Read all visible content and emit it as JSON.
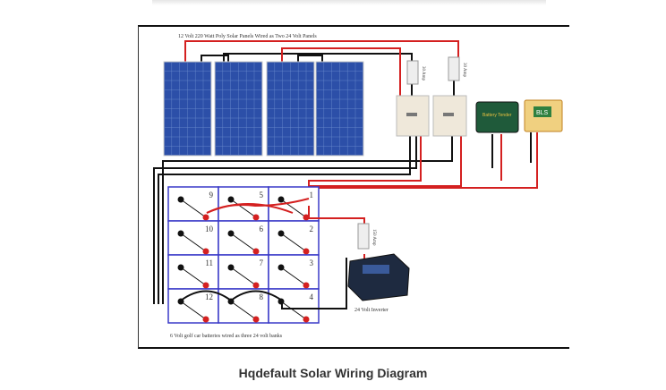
{
  "diagram": {
    "title": "12 Volt 220 Watt Poly Solar Panels Wired as Two 24 Volt Panels",
    "fuse_labels": [
      "30 Amp",
      "30 Amp",
      "150 Amp"
    ],
    "battery_labels": [
      "9",
      "5",
      "1",
      "10",
      "6",
      "2",
      "11",
      "7",
      "3",
      "12",
      "8",
      "4"
    ],
    "battery_caption": "6 Volt golf car batteries wired as three 24 volt banks",
    "inverter_label": "24 Volt Inverter",
    "bls_label": "BLS",
    "tender_label": "Battery Tender",
    "colors": {
      "positive": "#d42020",
      "negative": "#111111",
      "panel": "#2c4fa8",
      "battery_outline": "#3a3ac8"
    }
  },
  "caption": "Hqdefault Solar Wiring Diagram"
}
